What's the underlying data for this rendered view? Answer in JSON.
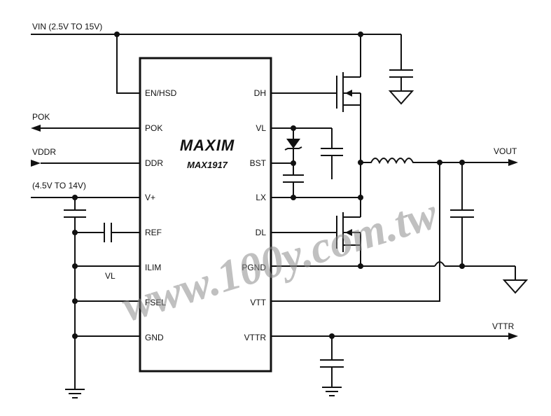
{
  "ic": {
    "brand": "MAXIM",
    "part_number": "MAX1917",
    "pins_left": [
      "EN/HSD",
      "POK",
      "DDR",
      "V+",
      "REF",
      "ILIM",
      "FSEL",
      "GND"
    ],
    "pins_right": [
      "DH",
      "VL",
      "BST",
      "LX",
      "DL",
      "PGND",
      "VTT",
      "VTTR"
    ]
  },
  "net_labels": {
    "vin": "VIN (2.5V TO 15V)",
    "pok": "POK",
    "vddr": "VDDR",
    "vplus": "(4.5V TO 14V)",
    "vl": "VL",
    "vout": "VOUT",
    "vttr": "VTTR"
  },
  "watermark": "www.100y.com.tw"
}
